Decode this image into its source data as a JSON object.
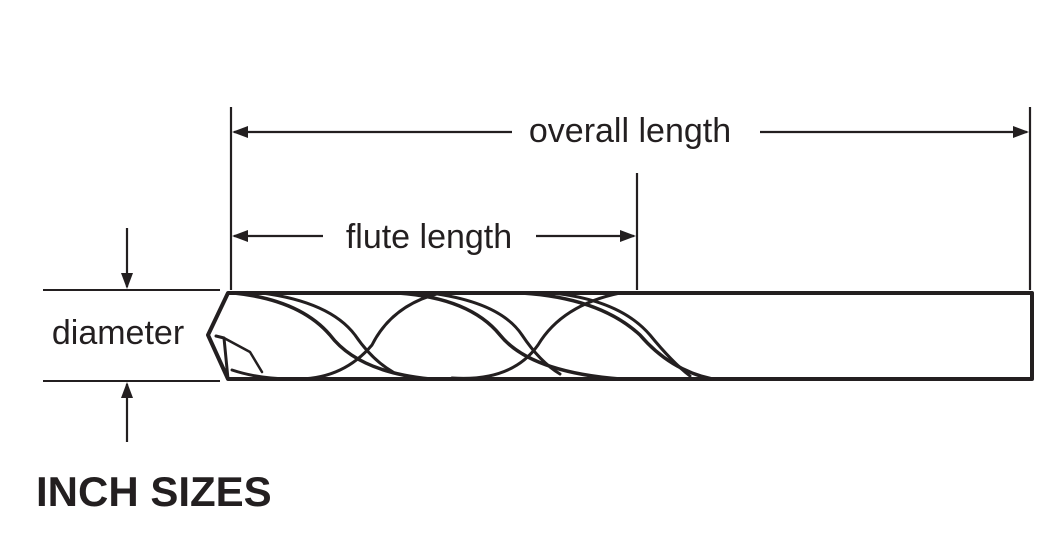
{
  "labels": {
    "overall_length": "overall length",
    "flute_length": "flute length",
    "diameter": "diameter"
  },
  "title": "INCH SIZES",
  "colors": {
    "ink": "#231f20",
    "background": "#ffffff"
  }
}
